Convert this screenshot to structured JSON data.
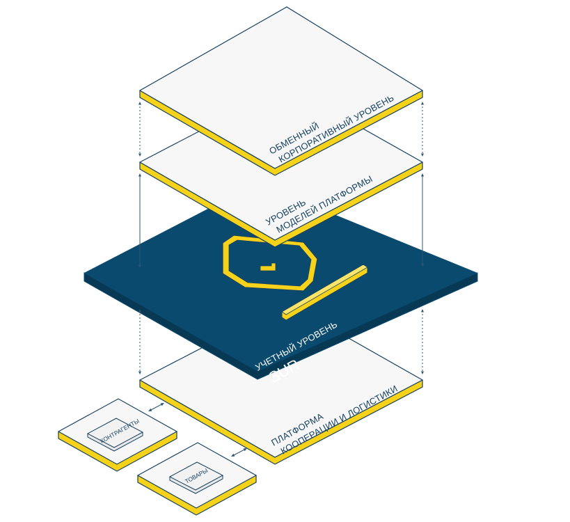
{
  "colors": {
    "accent": "#f7d21a",
    "navy": "#0b4a6f",
    "outline": "#16415f",
    "panel": "#f7f7f7",
    "arrow": "#2e5670"
  },
  "layers": {
    "top": {
      "line1": "ОБМЕННЫЙ",
      "line2": "КОРПОРАТИВНЫЙ УРОВЕНЬ"
    },
    "models": {
      "line1": "УРОВЕНЬ",
      "line2": "МОДЕЛЕЙ ПЛАТФОРМЫ"
    },
    "accounting": {
      "line1": "УЧЕТНЫЙ УРОВЕНЬ",
      "line2": "SUR"
    },
    "platform": {
      "line1": "ПЛАТФОРМА",
      "line2": "КООПЕРАЦИИ И ЛОГИСТИКИ"
    }
  },
  "modules": {
    "counterparties": "КОНТРАГЕНТЫ",
    "goods": "ТОВАРЫ"
  }
}
